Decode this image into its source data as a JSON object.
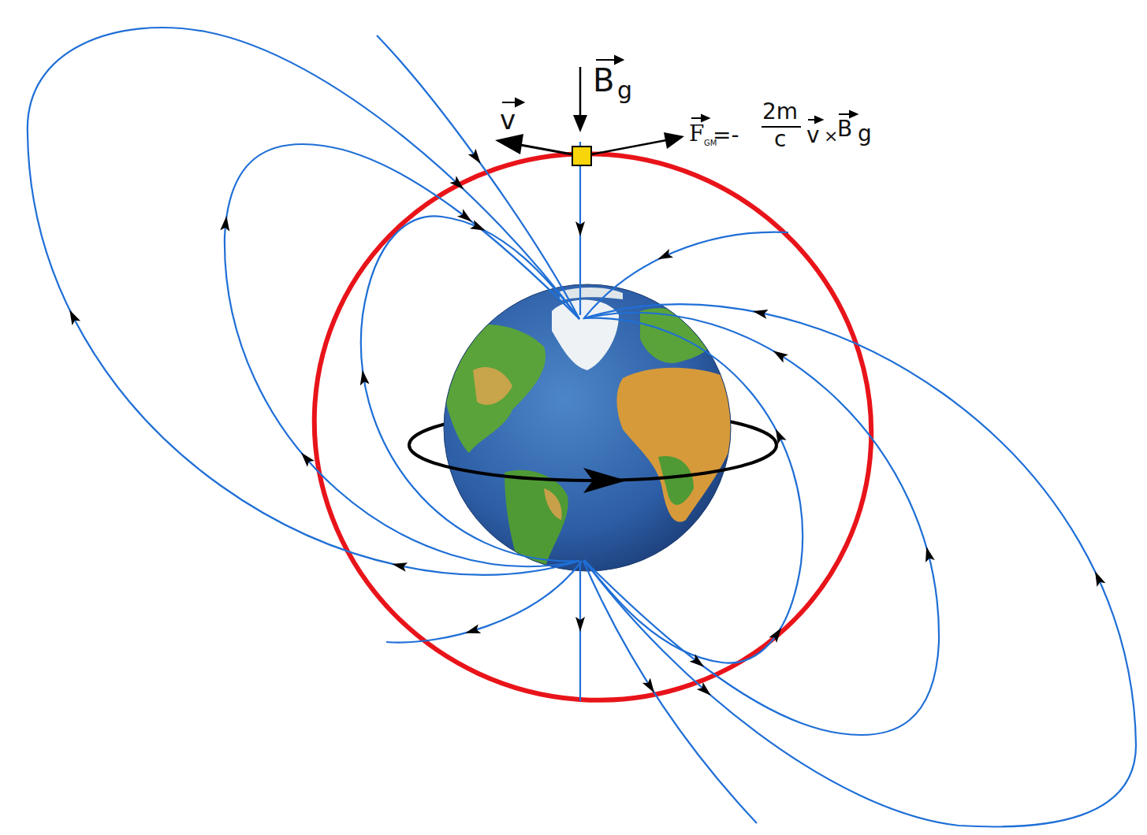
{
  "diagram": {
    "labels": [
      "B",
      "g",
      "v",
      "F",
      "GM",
      "=-",
      "2m",
      "c",
      "v",
      "×",
      "B",
      "g"
    ]
  }
}
